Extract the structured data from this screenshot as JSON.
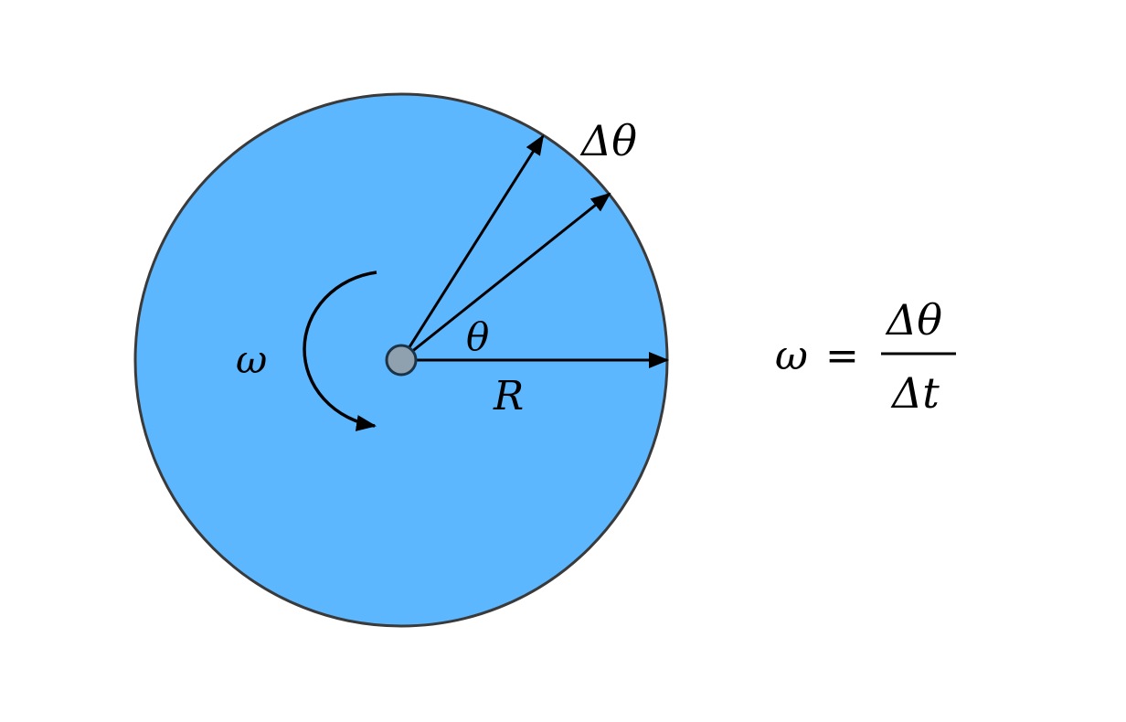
{
  "diagram": {
    "title_symbols": {
      "omega": "ω",
      "theta": "θ",
      "delta_theta": "Δθ",
      "radius": "R"
    },
    "equation": {
      "lhs": "ω",
      "equals": "=",
      "numerator": "Δθ",
      "denominator": "Δt"
    },
    "colors": {
      "disk_fill": "#5DB7FF",
      "disk_stroke": "#3a3a3a",
      "hub_fill": "#8FA0AE",
      "hub_stroke": "#1B3347",
      "arrow": "#000000"
    }
  }
}
